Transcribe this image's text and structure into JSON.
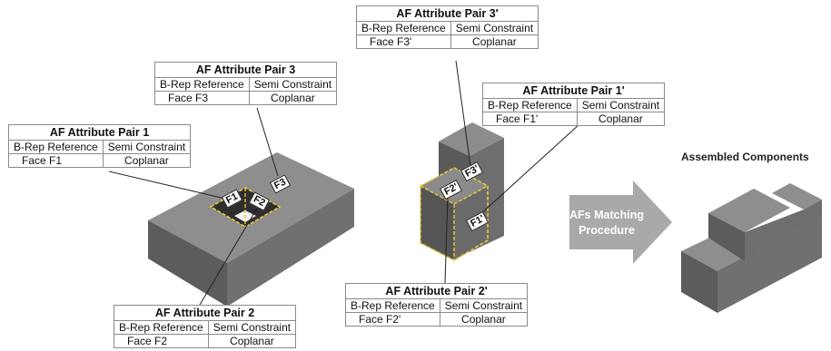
{
  "tables": [
    {
      "title": "AF Attribute Pair 1",
      "col1": "B-Rep Reference",
      "col2": "Semi Constraint",
      "face": "Face F1",
      "constraint": "Coplanar"
    },
    {
      "title": "AF Attribute Pair 2",
      "col1": "B-Rep Reference",
      "col2": "Semi Constraint",
      "face": "Face F2",
      "constraint": "Coplanar"
    },
    {
      "title": "AF Attribute Pair 3",
      "col1": "B-Rep Reference",
      "col2": "Semi Constraint",
      "face": "Face F3",
      "constraint": "Coplanar"
    },
    {
      "title": "AF Attribute Pair 1'",
      "col1": "B-Rep Reference",
      "col2": "Semi Constraint",
      "face": "Face F1'",
      "constraint": "Coplanar"
    },
    {
      "title": "AF Attribute Pair 2'",
      "col1": "B-Rep Reference",
      "col2": "Semi Constraint",
      "face": "Face F2'",
      "constraint": "Coplanar"
    },
    {
      "title": "AF Attribute Pair 3'",
      "col1": "B-Rep Reference",
      "col2": "Semi Constraint",
      "face": "Face F3'",
      "constraint": "Coplanar"
    }
  ],
  "face_tags": {
    "f1": "F1",
    "f2": "F2",
    "f3": "F3",
    "f1p": "F1'",
    "f2p": "F2'",
    "f3p": "F3'"
  },
  "arrow": {
    "line1": "AFs Matching",
    "line2": "Procedure"
  },
  "assembled_label": "Assembled Components",
  "colors": {
    "solid_top": "#8e8e8e",
    "solid_left": "#5a5a5a",
    "solid_right": "#6f6f6f",
    "highlight": "#e6c93a",
    "arrow": "#a9a9a9",
    "leader": "#222222"
  }
}
